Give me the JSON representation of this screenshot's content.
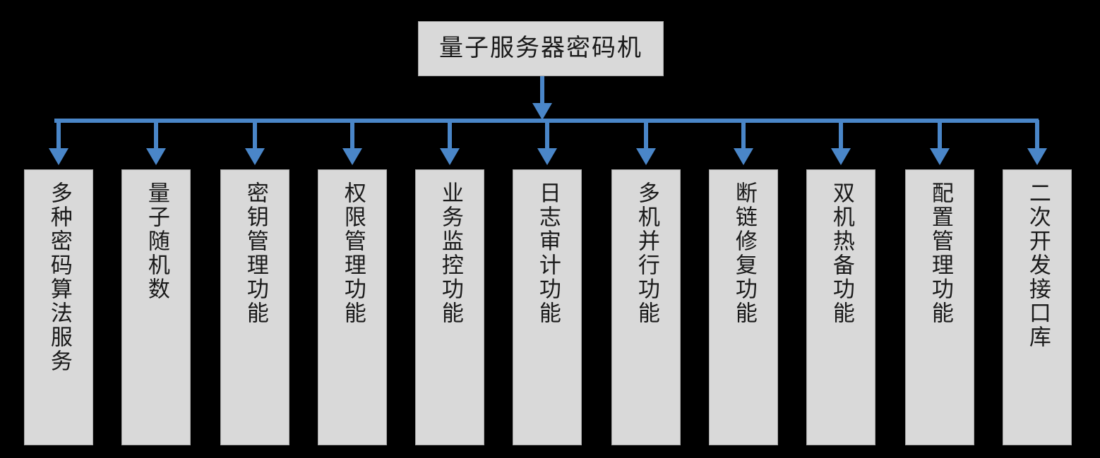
{
  "diagram": {
    "type": "tree",
    "orientation": "top-down",
    "title_node": {
      "label": "量子服务器密码机",
      "fill": "#d9d9d9",
      "border": "#a6a6a6"
    },
    "connector": {
      "color": "#4a86c8",
      "style": "elbow-with-arrowhead",
      "bus": "horizontal"
    },
    "children": [
      {
        "id": "child-1",
        "label": "多种密码算法服务"
      },
      {
        "id": "child-2",
        "label": "量子随机数"
      },
      {
        "id": "child-3",
        "label": "密钥管理功能"
      },
      {
        "id": "child-4",
        "label": "权限管理功能"
      },
      {
        "id": "child-5",
        "label": "业务监控功能"
      },
      {
        "id": "child-6",
        "label": "日志审计功能"
      },
      {
        "id": "child-7",
        "label": "多机并行功能"
      },
      {
        "id": "child-8",
        "label": "断链修复功能"
      },
      {
        "id": "child-9",
        "label": "双机热备功能"
      },
      {
        "id": "child-10",
        "label": "配置管理功能"
      },
      {
        "id": "child-11",
        "label": "二次开发接口库"
      }
    ]
  }
}
